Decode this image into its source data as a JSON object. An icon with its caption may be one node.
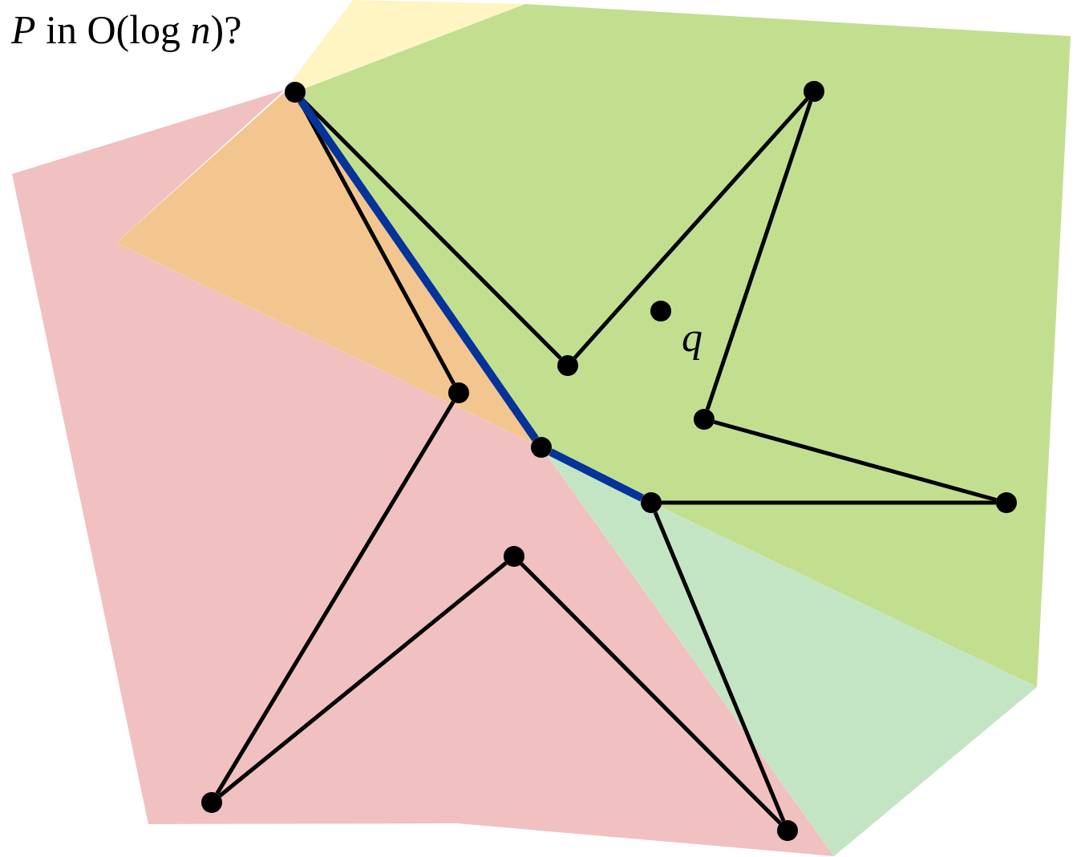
{
  "diagram": {
    "title": "*P* in O(log *n*)?",
    "nodes": [
      {
        "text": [],
        "shape": "circle"
      },
      {
        "text": [],
        "shape": "circle"
      },
      {
        "text": [],
        "shape": "circle",
        "beside": [
          "q"
        ]
      },
      {
        "text": [],
        "shape": "circle"
      },
      {
        "text": [],
        "shape": "circle"
      },
      {
        "text": [],
        "shape": "circle"
      },
      {
        "text": [],
        "shape": "circle"
      },
      {
        "text": [],
        "shape": "circle"
      },
      {
        "text": [],
        "shape": "circle"
      },
      {
        "text": [],
        "shape": "circle"
      },
      {
        "text": [],
        "shape": "circle"
      },
      {
        "text": [],
        "shape": "circle"
      }
    ],
    "edges": [
      {
        "from": 0,
        "to": 3,
        "arrow": "none"
      },
      {
        "from": 3,
        "to": 1,
        "arrow": "none"
      },
      {
        "from": 1,
        "to": 5,
        "arrow": "none"
      },
      {
        "from": 5,
        "to": 8,
        "arrow": "none"
      },
      {
        "from": 8,
        "to": 7,
        "arrow": "none"
      },
      {
        "from": 7,
        "to": 11,
        "arrow": "none"
      },
      {
        "from": 11,
        "to": 9,
        "arrow": "none"
      },
      {
        "from": 9,
        "to": 10,
        "arrow": "none"
      },
      {
        "from": 10,
        "to": 4,
        "arrow": "none"
      },
      {
        "from": 4,
        "to": 0,
        "arrow": "none"
      },
      {
        "from": 0,
        "to": 6,
        "arrow": "none",
        "style": "thick",
        "color": "#05339a"
      },
      {
        "from": 6,
        "to": 7,
        "arrow": "none",
        "style": "thick",
        "color": "#05339a"
      }
    ]
  }
}
